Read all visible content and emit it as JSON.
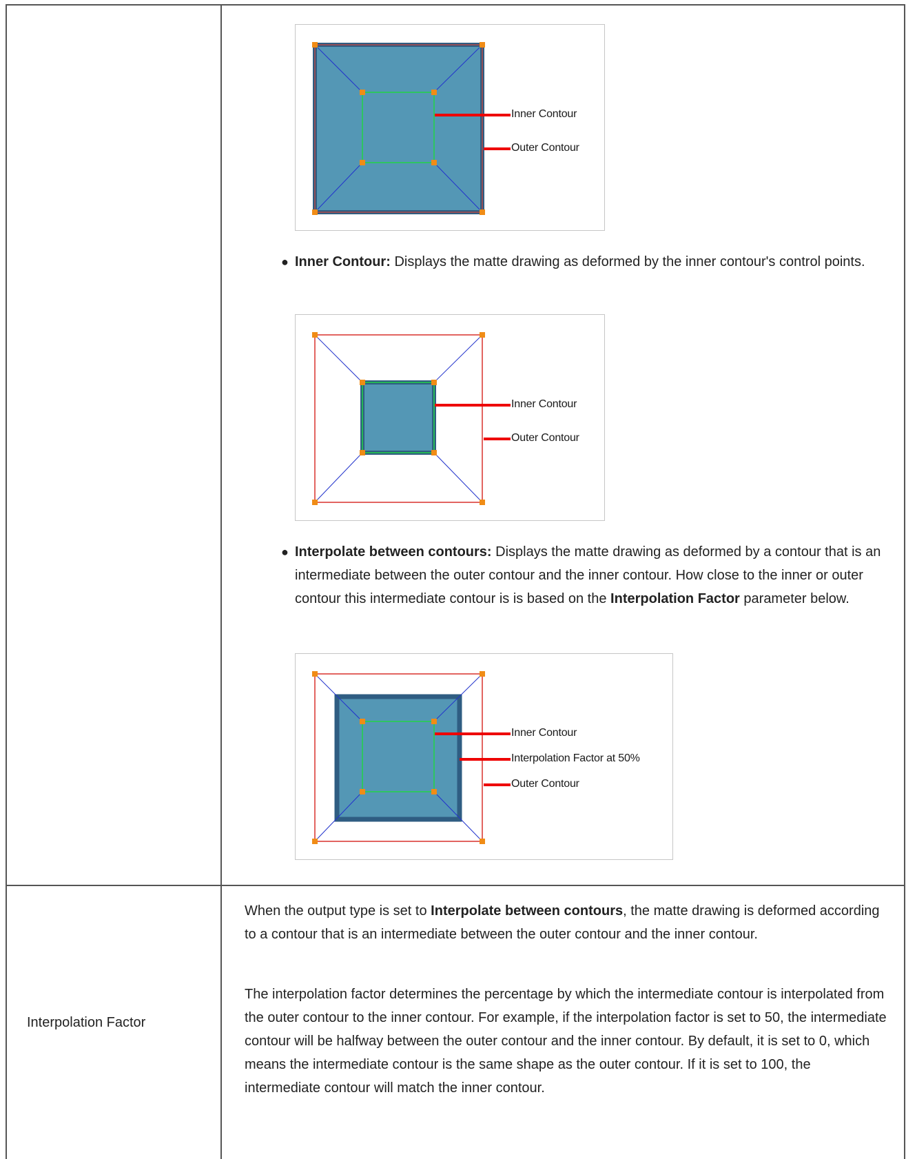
{
  "figures": [
    {
      "name": "outer-contour-figure",
      "labels": [
        "Inner Contour",
        "Outer Contour"
      ]
    },
    {
      "name": "inner-contour-figure",
      "labels": [
        "Inner Contour",
        "Outer Contour"
      ]
    },
    {
      "name": "interpolate-figure",
      "labels": [
        "Inner Contour",
        "Interpolation Factor at 50%",
        "Outer Contour"
      ]
    }
  ],
  "bullets": [
    {
      "term": "Inner Contour:",
      "text": "Displays the matte drawing as deformed by the inner contour's control points."
    },
    {
      "term": "Interpolate between contours:",
      "text_before": "Displays the matte drawing as deformed by a contour that is an intermediate between the outer contour and the inner contour. How close to the inner or outer contour this intermediate contour is is based on the",
      "emphasis": "Interpolation Factor",
      "text_after": "parameter below."
    }
  ],
  "row2": {
    "parameter": "Interpolation Factor",
    "para1_before": "When the output type is set to",
    "para1_emphasis": "Interpolate between contours",
    "para1_after": ", the matte drawing is deformed according to a contour that is an intermediate between the outer contour and the inner contour.",
    "para2": "The interpolation factor determines the percentage by which the intermediate contour is interpolated from the outer contour to the inner contour. For example, if the interpolation factor is set to 50, the intermediate contour will be halfway between the outer contour and the inner contour. By default, it is set to 0, which means the intermediate contour is the same shape as the outer contour. If it is set to 100, the intermediate contour will match the inner contour."
  },
  "colors": {
    "matte_fill": "#5497b5",
    "matte_border": "#2f5d82",
    "outer_contour": "#d9312b",
    "inner_contour": "#22d447",
    "connector_lines": "#2233cc",
    "control_point": "#f08c16",
    "callout": "#ee0000",
    "table_border": "#555555"
  }
}
